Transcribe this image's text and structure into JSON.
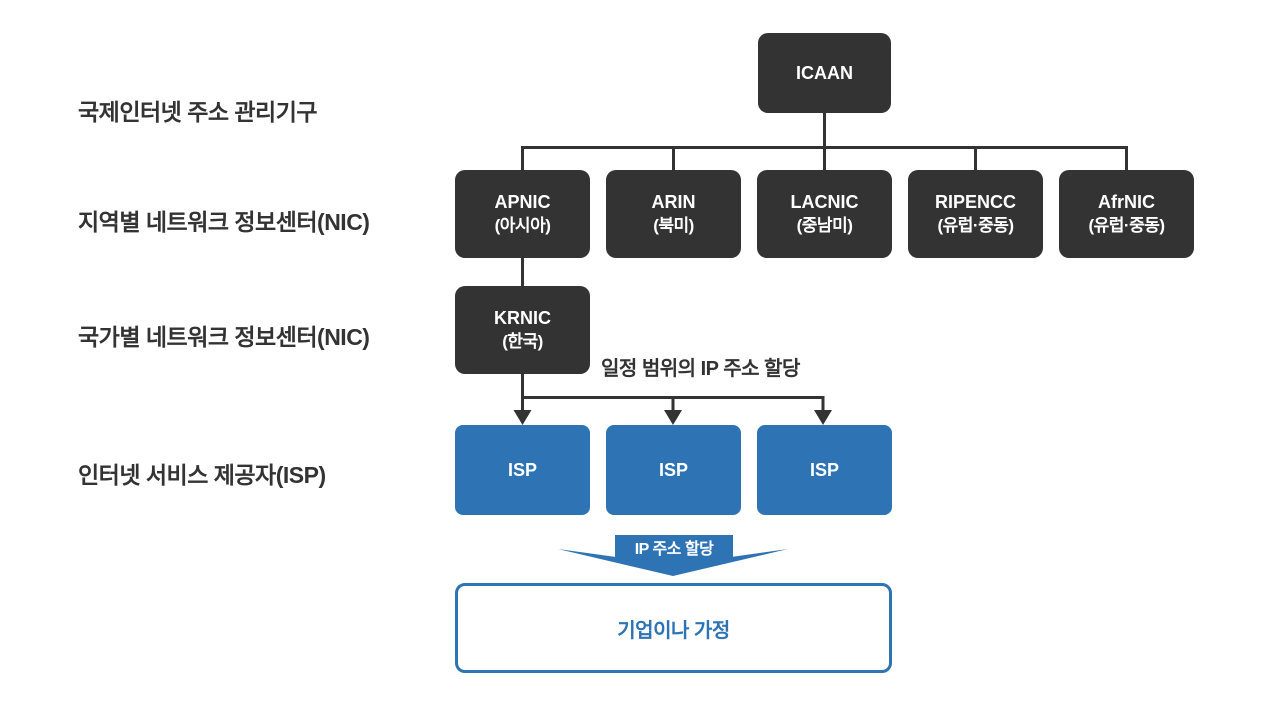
{
  "diagram": {
    "colors": {
      "node_dark": "#333333",
      "accent_blue": "#2e74b5",
      "background": "#ffffff",
      "line": "#333333"
    },
    "row_labels": [
      {
        "text": "국제인터넷 주소 관리기구"
      },
      {
        "text": "지역별 네트워크 정보센터(NIC)"
      },
      {
        "text": "국가별 네트워크 정보센터(NIC)"
      },
      {
        "text": "인터넷 서비스 제공자(ISP)"
      }
    ],
    "root": {
      "label": "ICAAN"
    },
    "regional_nics": [
      {
        "name": "APNIC",
        "region": "(아시아)"
      },
      {
        "name": "ARIN",
        "region": "(북미)"
      },
      {
        "name": "LACNIC",
        "region": "(중남미)"
      },
      {
        "name": "RIPENCC",
        "region": "(유럽·중동)"
      },
      {
        "name": "AfrNIC",
        "region": "(유럽·중동)"
      }
    ],
    "national_nic": {
      "name": "KRNIC",
      "region": "(한국)"
    },
    "annotation": "일정 범위의 IP 주소 할당",
    "isps": [
      {
        "label": "ISP"
      },
      {
        "label": "ISP"
      },
      {
        "label": "ISP"
      }
    ],
    "allocation_arrow": {
      "label": "IP 주소 할당"
    },
    "destination": {
      "label": "기업이나 가정"
    }
  }
}
